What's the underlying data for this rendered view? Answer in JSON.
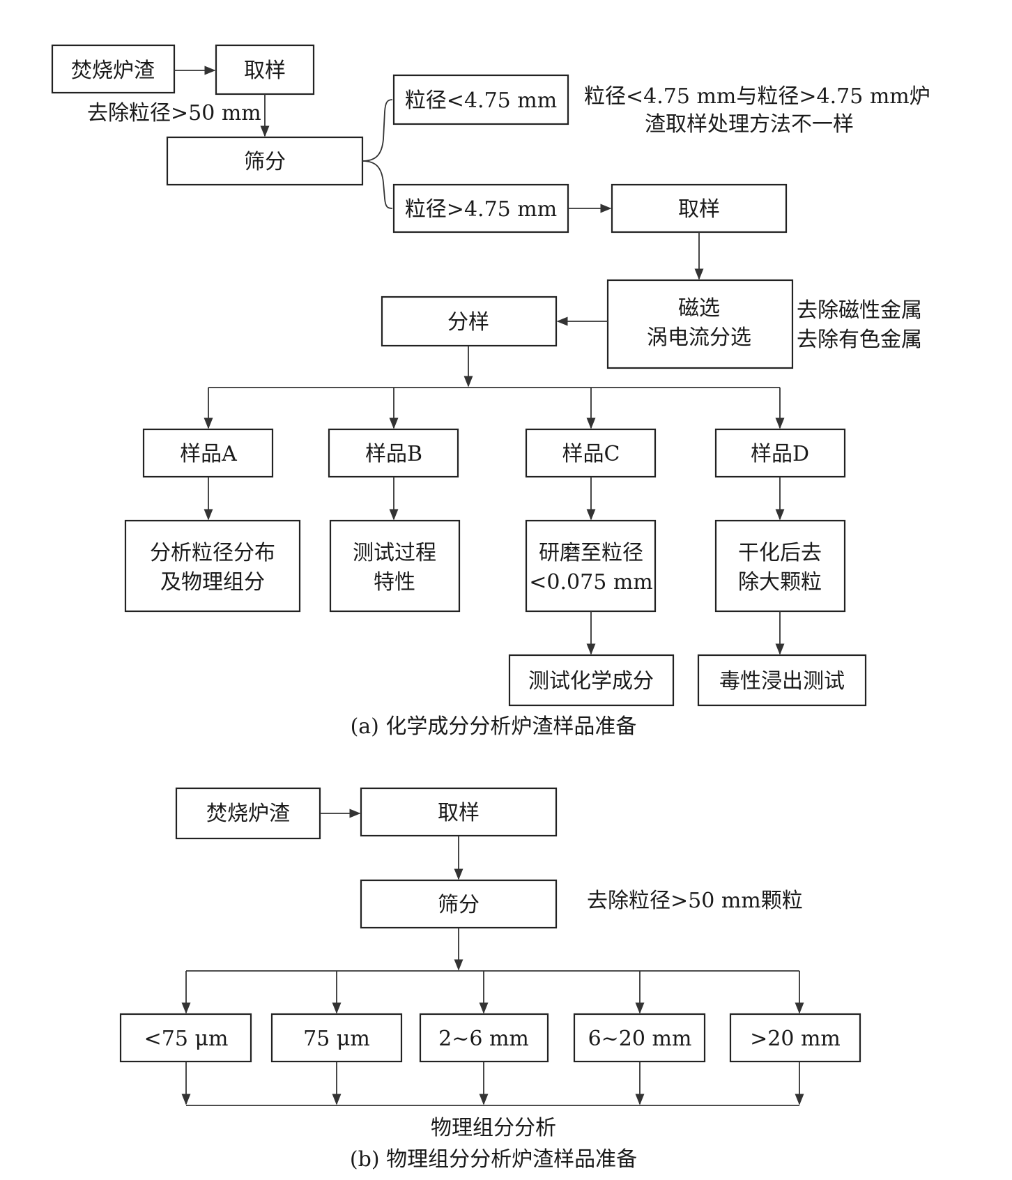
{
  "part_a": {
    "nodes": {
      "slag": "焚烧炉渣",
      "sample1": "取样",
      "remove50": "去除粒径>50 mm",
      "sieve": "筛分",
      "small": "粒径<4.75 mm",
      "large": "粒径>4.75 mm",
      "note_line1": "粒径<4.75 mm与粒径>4.75 mm炉",
      "note_line2": "渣取样处理方法不一样",
      "sample2": "取样",
      "mag_line1": "磁选",
      "mag_line2": "涡电流分选",
      "mag_note1": "去除磁性金属",
      "mag_note2": "去除有色金属",
      "split": "分样",
      "sampleA": "样品A",
      "sampleB": "样品B",
      "sampleC": "样品C",
      "sampleD": "样品D",
      "taskA_line1": "分析粒径分布",
      "taskA_line2": "及物理组分",
      "taskB_line1": "测试过程",
      "taskB_line2": "特性",
      "taskC_line1": "研磨至粒径",
      "taskC_line2": "<0.075 mm",
      "taskD_line1": "干化后去",
      "taskD_line2": "除大颗粒",
      "chem": "测试化学成分",
      "tox": "毒性浸出测试"
    },
    "caption": "(a) 化学成分分析炉渣样品准备"
  },
  "part_b": {
    "nodes": {
      "slag": "焚烧炉渣",
      "sample": "取样",
      "sieve": "筛分",
      "remove_note": "去除粒径>50 mm颗粒",
      "frac1": "<75 μm",
      "frac2": "75 μm",
      "frac3": "2~6 mm",
      "frac4": "6~20 mm",
      "frac5": ">20 mm",
      "phys": "物理组分分析"
    },
    "caption": "(b) 物理组分分析炉渣样品准备"
  }
}
